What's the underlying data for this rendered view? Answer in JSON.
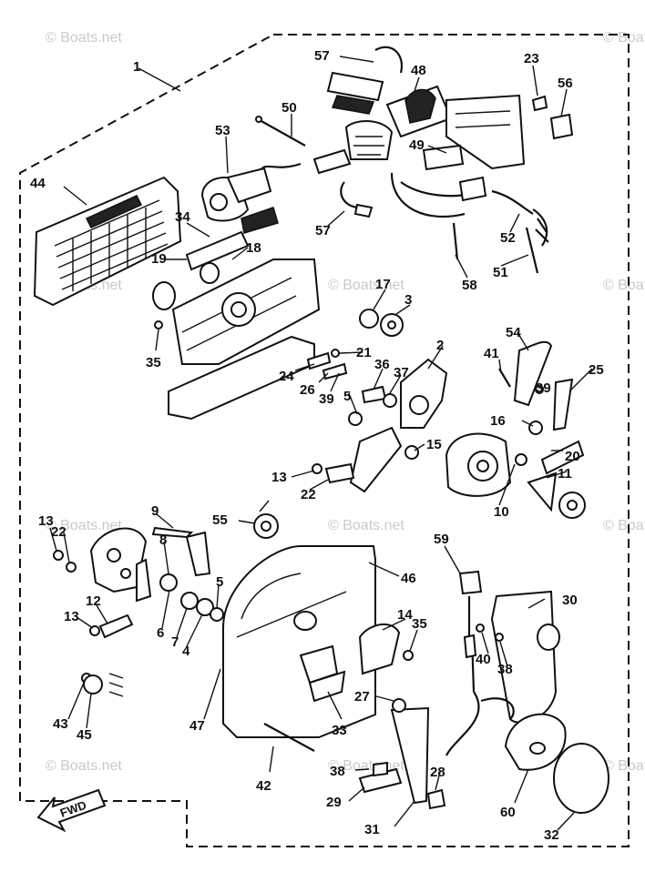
{
  "watermark": "© Boats.net",
  "fwd_label": "FWD",
  "callouts": [
    "1",
    "2",
    "3",
    "4",
    "5",
    "5",
    "6",
    "7",
    "8",
    "9",
    "10",
    "11",
    "12",
    "13",
    "13",
    "13",
    "14",
    "15",
    "16",
    "17",
    "18",
    "19",
    "20",
    "21",
    "22",
    "22",
    "23",
    "24",
    "25",
    "26",
    "27",
    "28",
    "29",
    "30",
    "31",
    "32",
    "33",
    "34",
    "35",
    "35",
    "36",
    "37",
    "38",
    "38",
    "39",
    "39",
    "40",
    "41",
    "42",
    "43",
    "44",
    "45",
    "46",
    "47",
    "48",
    "49",
    "50",
    "51",
    "52",
    "53",
    "54",
    "55",
    "56",
    "57",
    "57",
    "58",
    "59",
    "60"
  ]
}
